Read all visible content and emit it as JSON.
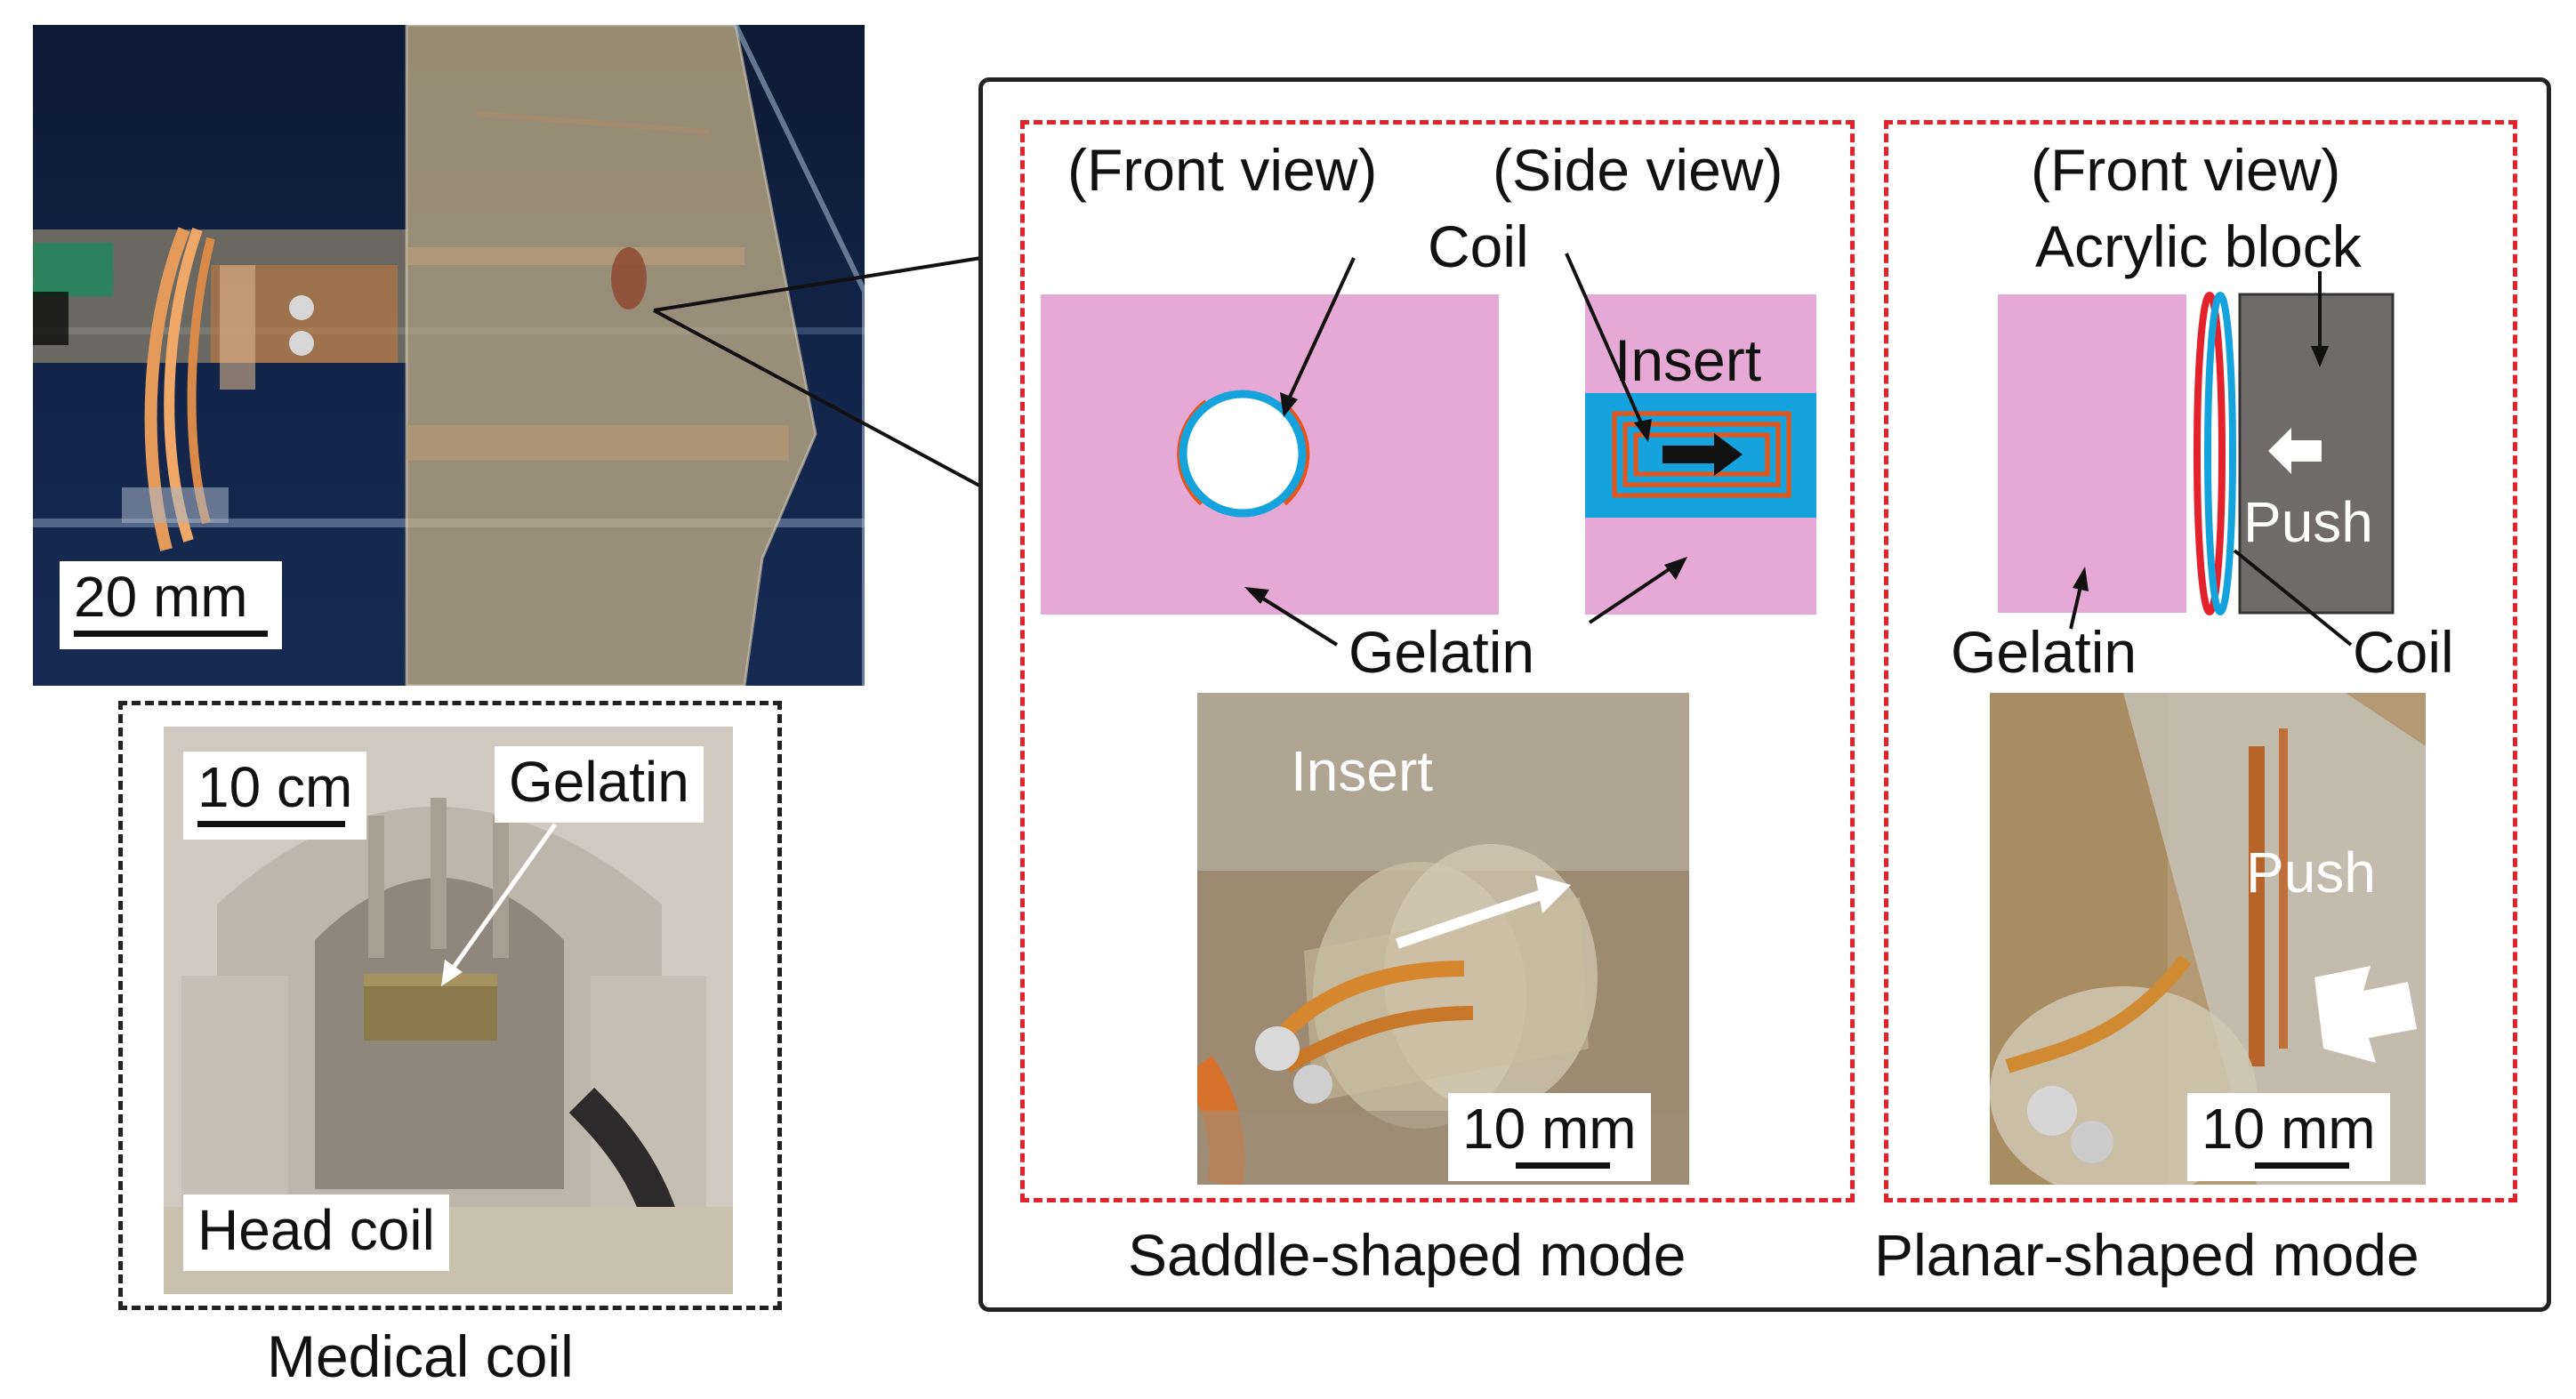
{
  "main_photo": {
    "scale": "20 mm"
  },
  "medical_coil": {
    "scale": "10 cm",
    "gelatin_label": "Gelatin",
    "head_coil_label": "Head coil",
    "caption": "Medical coil"
  },
  "saddle": {
    "front_view": "(Front view)",
    "side_view": "(Side view)",
    "coil": "Coil",
    "insert_diagram": "Insert",
    "gelatin": "Gelatin",
    "photo_insert": "Insert",
    "photo_scale": "10 mm",
    "caption": "Saddle-shaped mode"
  },
  "planar": {
    "front_view": "(Front view)",
    "acrylic_block": "Acrylic block",
    "push_diagram": "Push",
    "gelatin": "Gelatin",
    "coil": "Coil",
    "photo_push": "Push",
    "photo_scale": "10 mm",
    "caption": "Planar-shaped mode"
  },
  "colors": {
    "gelatin_pink": "#e6a8d4",
    "insert_blue": "#14a3dc",
    "coil_orange": "#e8541a",
    "coil_red": "#e4222b",
    "acrylic_gray": "#6f6b6b",
    "dashed_red": "#e4222b"
  }
}
